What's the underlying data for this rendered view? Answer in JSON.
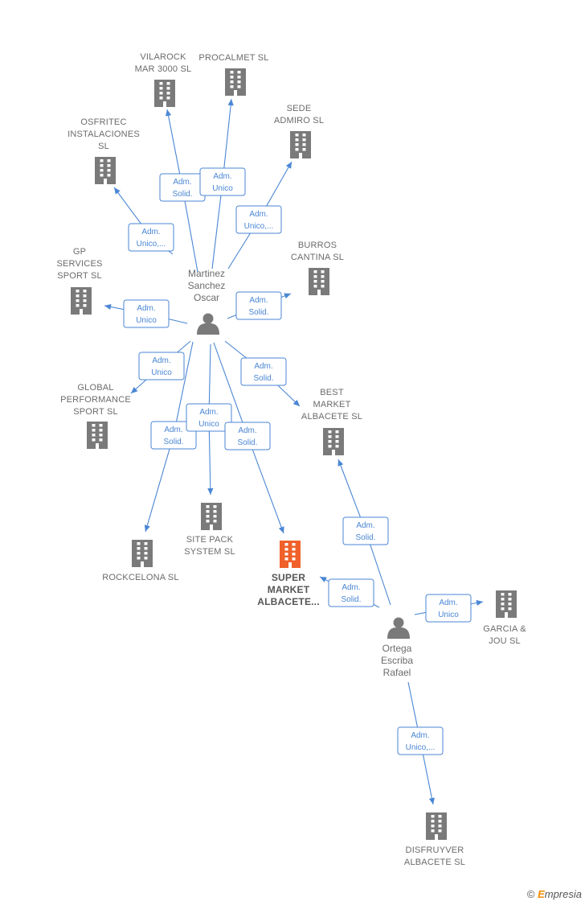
{
  "colors": {
    "edge": "#4a86d4",
    "company_icon": "#7a7a7a",
    "highlight_icon": "#f0602a",
    "person_icon": "#7a7a7a",
    "label_text": "#6b6b6b"
  },
  "persons": [
    {
      "id": "martinez",
      "lines": [
        "Martinez",
        "Sanchez",
        "Oscar"
      ]
    },
    {
      "id": "ortega",
      "lines": [
        "Ortega",
        "Escriba",
        "Rafael"
      ]
    }
  ],
  "companies": [
    {
      "id": "vilarock",
      "lines": [
        "VILAROCK",
        "MAR 3000  SL"
      ]
    },
    {
      "id": "procalmet",
      "lines": [
        "PROCALMET SL"
      ]
    },
    {
      "id": "osfritec",
      "lines": [
        "OSFRITEC",
        "INSTALACIONES",
        "SL"
      ]
    },
    {
      "id": "sede",
      "lines": [
        "SEDE",
        "ADMIRO  SL"
      ]
    },
    {
      "id": "burros",
      "lines": [
        "BURROS",
        "CANTINA SL"
      ]
    },
    {
      "id": "gp",
      "lines": [
        "GP",
        "SERVICES",
        "SPORT  SL"
      ]
    },
    {
      "id": "global",
      "lines": [
        "GLOBAL",
        "PERFORMANCE",
        "SPORT SL"
      ]
    },
    {
      "id": "best",
      "lines": [
        "BEST",
        "MARKET",
        "ALBACETE  SL"
      ]
    },
    {
      "id": "sitepack",
      "lines": [
        "SITE PACK",
        "SYSTEM SL"
      ]
    },
    {
      "id": "rockcelona",
      "lines": [
        "ROCKCELONA SL"
      ]
    },
    {
      "id": "super",
      "lines": [
        "SUPER",
        "MARKET",
        "ALBACETE..."
      ],
      "highlight": true
    },
    {
      "id": "garcia",
      "lines": [
        "GARCIA &",
        "JOU  SL"
      ]
    },
    {
      "id": "disfruyver",
      "lines": [
        "DISFRUYVER",
        "ALBACETE SL"
      ]
    }
  ],
  "edges": [
    {
      "from": "martinez",
      "to": "vilarock",
      "label": [
        "Adm.",
        "Solid."
      ]
    },
    {
      "from": "martinez",
      "to": "procalmet",
      "label": [
        "Adm.",
        "Unico"
      ]
    },
    {
      "from": "martinez",
      "to": "osfritec",
      "label": [
        "Adm.",
        "Unico,..."
      ]
    },
    {
      "from": "martinez",
      "to": "sede",
      "label": [
        "Adm.",
        "Unico,..."
      ]
    },
    {
      "from": "martinez",
      "to": "burros",
      "label": [
        "Adm.",
        "Solid."
      ]
    },
    {
      "from": "martinez",
      "to": "gp",
      "label": [
        "Adm.",
        "Unico"
      ]
    },
    {
      "from": "martinez",
      "to": "global",
      "label": [
        "Adm.",
        "Unico"
      ]
    },
    {
      "from": "martinez",
      "to": "best",
      "label": [
        "Adm.",
        "Solid."
      ]
    },
    {
      "from": "martinez",
      "to": "rockcelona",
      "label": [
        "Adm.",
        "Solid."
      ]
    },
    {
      "from": "martinez",
      "to": "sitepack",
      "label": [
        "Adm.",
        "Unico"
      ]
    },
    {
      "from": "martinez",
      "to": "super",
      "label": [
        "Adm.",
        "Solid."
      ]
    },
    {
      "from": "ortega",
      "to": "best",
      "label": [
        "Adm.",
        "Solid."
      ]
    },
    {
      "from": "ortega",
      "to": "super",
      "label": [
        "Adm.",
        "Solid."
      ]
    },
    {
      "from": "ortega",
      "to": "garcia",
      "label": [
        "Adm.",
        "Unico"
      ]
    },
    {
      "from": "ortega",
      "to": "disfruyver",
      "label": [
        "Adm.",
        "Unico,..."
      ]
    }
  ],
  "watermark": {
    "symbol": "©",
    "brand_initial": "E",
    "brand_rest": "mpresia"
  }
}
